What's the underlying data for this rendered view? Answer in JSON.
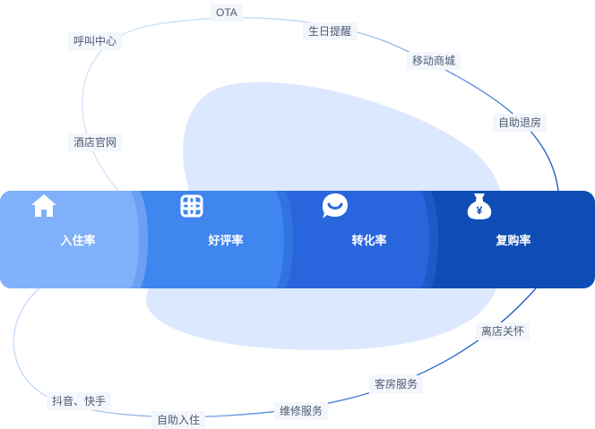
{
  "stages": [
    {
      "label": "入住率",
      "icon": "house-icon"
    },
    {
      "label": "好评率",
      "icon": "knot-icon"
    },
    {
      "label": "转化率",
      "icon": "smile-chat-icon"
    },
    {
      "label": "复购率",
      "icon": "money-bag-icon"
    }
  ],
  "money_symbol": "¥",
  "channels": {
    "ota": "OTA",
    "call_center": "呼叫中心",
    "birthday_reminder": "生日提醒",
    "mobile_mall": "移动商城",
    "self_checkout": "自助退房",
    "hotel_website": "酒店官网",
    "checkout_care": "离店关怀",
    "room_service": "客房服务",
    "maintenance_service": "维修服务",
    "self_checkin": "自助入住",
    "douyin_kuaishou": "抖音、快手"
  },
  "colors": {
    "stage1": "#7fb0fa",
    "stage2": "#3f86ee",
    "stage3": "#2966de",
    "stage4": "#0e4db5",
    "blob": "#dbe8fd",
    "loop_light": "#cfe2fa",
    "loop_dark": "#1f5fc4"
  }
}
